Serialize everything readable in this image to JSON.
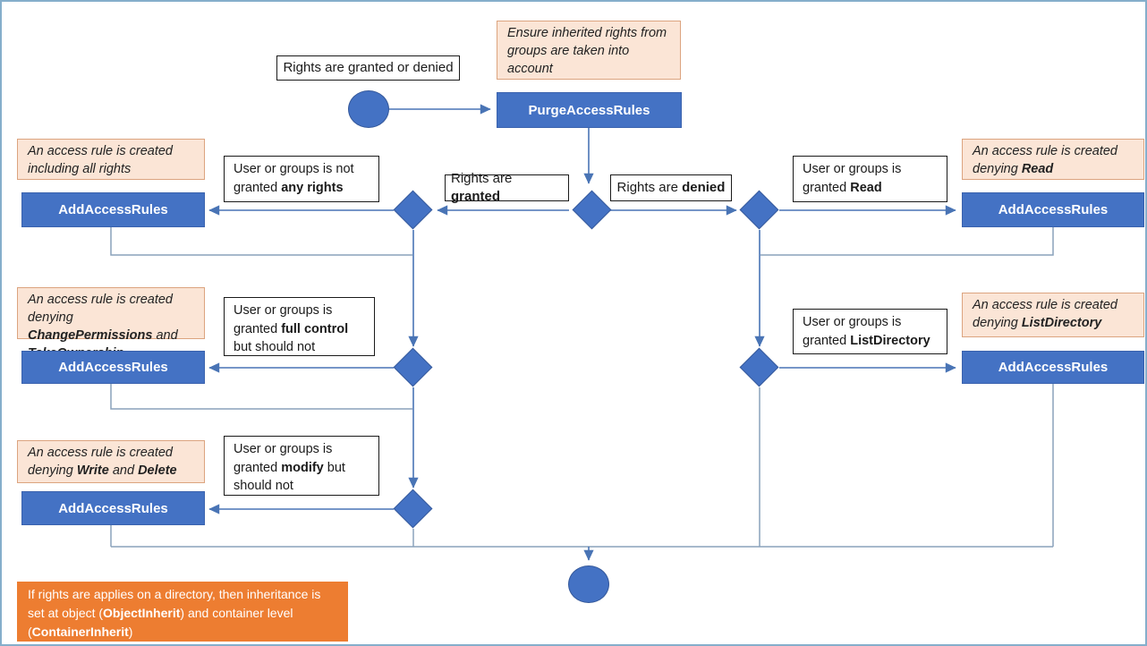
{
  "colors": {
    "process_fill": "#4472C4",
    "process_border": "#3A62AE",
    "note_fill": "#FBE5D6",
    "note_border": "#DCA47F",
    "callout_fill": "#ED7D31",
    "connector": "#8AA2BC",
    "arrow": "#4974B5",
    "page_border": "#85AECB"
  },
  "start": {
    "event_label": [
      {
        "t": "Rights are granted or denied"
      }
    ]
  },
  "purge": {
    "action_label": "PurgeAccessRules",
    "note": [
      {
        "t": "Ensure inherited rights from groups are taken into account"
      }
    ]
  },
  "branches": {
    "granted": [
      {
        "t": "Rights are "
      },
      {
        "t": "granted",
        "b": true
      }
    ],
    "denied": [
      {
        "t": "Rights are "
      },
      {
        "t": "denied",
        "b": true
      }
    ]
  },
  "rows": {
    "row1_left": {
      "note": [
        {
          "t": "An access rule is created including all rights"
        }
      ],
      "condition": [
        {
          "t": "User or groups is not granted "
        },
        {
          "t": "any rights",
          "b": true
        }
      ],
      "action": "AddAccessRules"
    },
    "row1_right": {
      "condition": [
        {
          "t": "User or groups is granted "
        },
        {
          "t": "Read",
          "b": true
        }
      ],
      "note": [
        {
          "t": "An access rule is created denying "
        },
        {
          "t": "Read",
          "b": true
        }
      ],
      "action": "AddAccessRules"
    },
    "row2_left": {
      "note": [
        {
          "t": "An access rule is created denying "
        },
        {
          "t": "ChangePermissions",
          "b": true
        },
        {
          "t": " and "
        },
        {
          "t": "TakeOwnership",
          "b": true
        }
      ],
      "condition": [
        {
          "t": "User or groups is granted "
        },
        {
          "t": "full control",
          "b": true
        },
        {
          "t": " but should not"
        }
      ],
      "action": "AddAccessRules"
    },
    "row2_right": {
      "condition": [
        {
          "t": "User or groups is granted "
        },
        {
          "t": "ListDirectory",
          "b": true
        }
      ],
      "note": [
        {
          "t": "An access rule is created denying "
        },
        {
          "t": "ListDirectory",
          "b": true
        }
      ],
      "action": "AddAccessRules"
    },
    "row3_left": {
      "note": [
        {
          "t": "An access rule is created denying "
        },
        {
          "t": "Write",
          "b": true
        },
        {
          "t": " and "
        },
        {
          "t": "Delete",
          "b": true
        }
      ],
      "condition": [
        {
          "t": "User or groups is granted "
        },
        {
          "t": "modify",
          "b": true
        },
        {
          "t": " but should not"
        }
      ],
      "action": "AddAccessRules"
    }
  },
  "footer_note": [
    {
      "t": "If rights are applies on a directory, then inheritance is set at object ("
    },
    {
      "t": "ObjectInherit",
      "b": true
    },
    {
      "t": ") and container level ("
    },
    {
      "t": "ContainerInherit",
      "b": true
    },
    {
      "t": ")"
    }
  ]
}
